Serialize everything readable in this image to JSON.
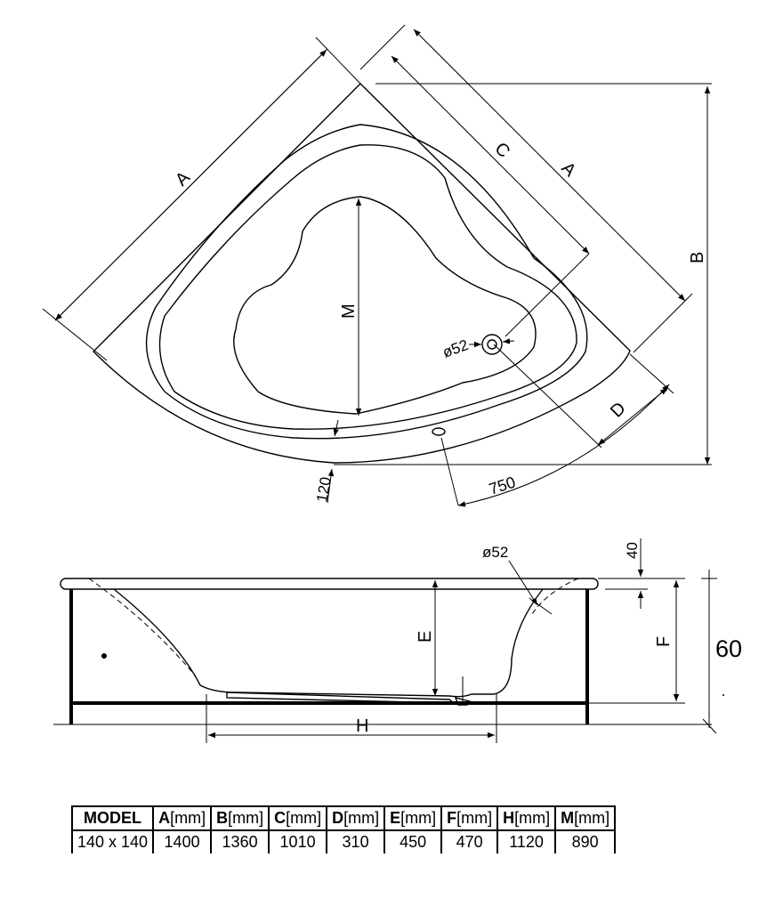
{
  "top_view": {
    "label_a_left": "A",
    "label_a_right": "A",
    "label_b": "B",
    "label_c": "C",
    "label_d": "D",
    "label_m": "M",
    "label_drain": "ø52",
    "label_120": "120",
    "label_750": "750"
  },
  "side_view": {
    "label_drain": "ø52",
    "label_40": "40",
    "label_e": "E",
    "label_f": "F",
    "label_h": "H",
    "label_60": "60"
  },
  "table": {
    "headers": [
      {
        "key": "MODEL",
        "unit": ""
      },
      {
        "key": "A",
        "unit": "[mm]"
      },
      {
        "key": "B",
        "unit": "[mm]"
      },
      {
        "key": "C",
        "unit": "[mm]"
      },
      {
        "key": "D",
        "unit": "[mm]"
      },
      {
        "key": "E",
        "unit": "[mm]"
      },
      {
        "key": "F",
        "unit": "[mm]"
      },
      {
        "key": "H",
        "unit": "[mm]"
      },
      {
        "key": "M",
        "unit": "[mm]"
      }
    ],
    "row": [
      "140 x 140",
      "1400",
      "1360",
      "1010",
      "310",
      "450",
      "470",
      "1120",
      "890"
    ]
  }
}
